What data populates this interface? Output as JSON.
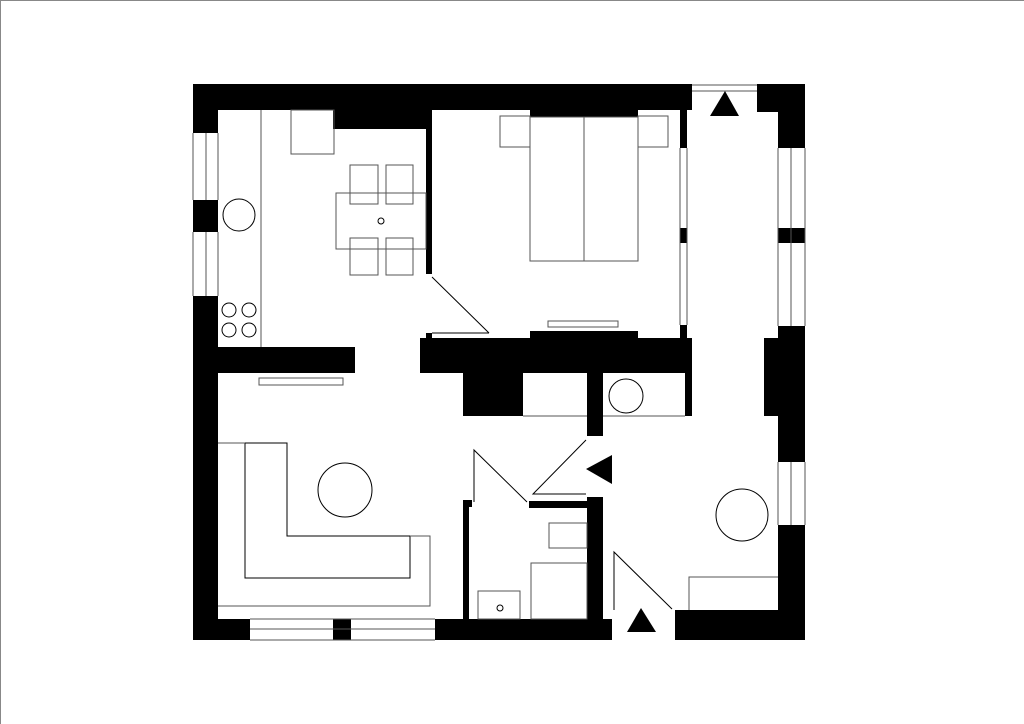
{
  "colors": {
    "wall": "#000000",
    "line": "#000000",
    "background": "#ffffff"
  },
  "rooms": [
    "kitchen-dining",
    "bedroom",
    "living-room",
    "bathroom",
    "hallway"
  ],
  "markers": [
    {
      "name": "entrance-arrow-top",
      "direction": "up"
    },
    {
      "name": "entrance-arrow-bottom",
      "direction": "up"
    },
    {
      "name": "hall-arrow",
      "direction": "left"
    }
  ]
}
